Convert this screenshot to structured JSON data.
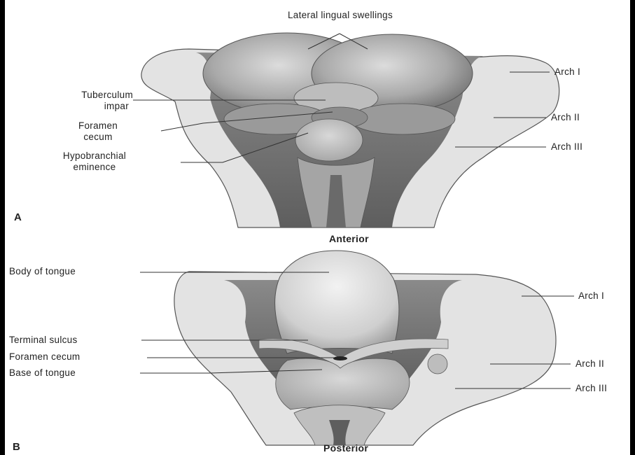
{
  "panel_a": {
    "letter": "A",
    "caption": "Anterior",
    "labels": {
      "lateral_lingual_swellings": "Lateral lingual swellings",
      "tuberculum_impar": [
        "Tuberculum",
        "impar"
      ],
      "foramen_cecum": [
        "Foramen",
        "cecum"
      ],
      "hypobranchial_eminence": [
        "Hypobranchial",
        "eminence"
      ],
      "arch_1": "Arch I",
      "arch_2": "Arch II",
      "arch_3": "Arch III"
    }
  },
  "panel_b": {
    "letter": "B",
    "caption": "Posterior",
    "labels": {
      "body_of_tongue": "Body of tongue",
      "terminal_sulcus": "Terminal sulcus",
      "foramen_cecum": "Foramen cecum",
      "base_of_tongue": "Base of tongue",
      "arch_1": "Arch I",
      "arch_2": "Arch II",
      "arch_3": "Arch III"
    }
  },
  "colors": {
    "frame": "#000000",
    "tissue_light": "#e6e6e6",
    "tissue_mid": "#bdbdbd",
    "tissue_dark": "#7a7a7a"
  }
}
